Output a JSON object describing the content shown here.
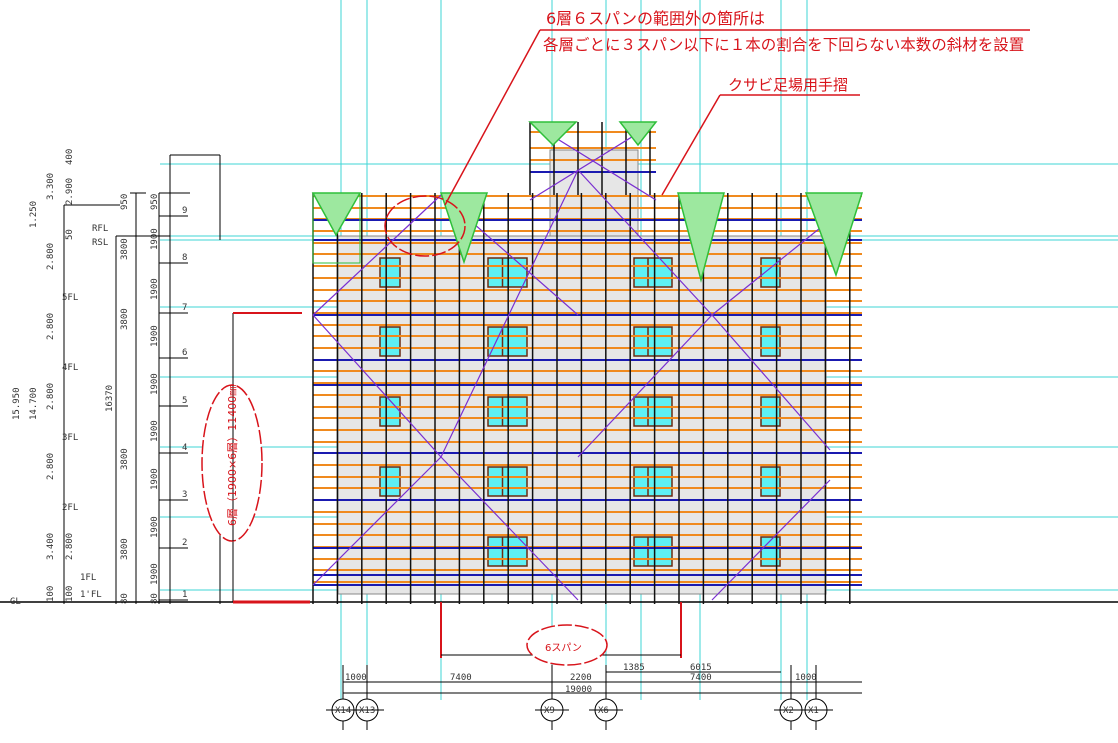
{
  "annotations": {
    "note_line1": "6層６スパンの範囲外の箇所は",
    "note_line2": "各層ごとに３スパン以下に１本の割合を下回らない本数の斜材を設置",
    "handrail": "クサビ足場用手摺",
    "height_label": "6層（1900×6層）11400㎜",
    "span_label": "6スパン"
  },
  "levels": {
    "gl": "GL",
    "floors": [
      "1'FL",
      "1FL",
      "2FL",
      "3FL",
      "4FL",
      "5FL",
      "RSL",
      "RFL"
    ],
    "lifts": [
      "1",
      "2",
      "3",
      "4",
      "5",
      "6",
      "7",
      "8",
      "9"
    ]
  },
  "left_dims": {
    "total_a": "15.950",
    "total_b": "14.700",
    "top_b": "1.250",
    "col_c": [
      "100",
      "3.400",
      "2.800",
      "2.800",
      "2.800",
      "2.800",
      "3.300"
    ],
    "col_d": [
      "100",
      "2.800",
      "50",
      "2.900",
      "400"
    ],
    "total_e": "16370",
    "col_e": [
      "80",
      "3800",
      "3800",
      "3800",
      "3800",
      "950"
    ],
    "col_f": [
      "80",
      "1900",
      "1900",
      "1900",
      "1900",
      "1900",
      "1900",
      "1900",
      "1900",
      "950"
    ]
  },
  "bottom_dims": {
    "row1": [
      "1385",
      "6015"
    ],
    "row2": [
      "1000",
      "7400",
      "2200",
      "7400",
      "1000"
    ],
    "total": "19000",
    "grid_axes": [
      "X14",
      "X13",
      "X9",
      "X6",
      "X2",
      "X1"
    ]
  },
  "colors": {
    "grid": "#3fd6d6",
    "ledger": "#f08a1e",
    "blue": "#1a1ab0",
    "diag": "#7a2fd0",
    "red": "#d8141b",
    "net": "#2fbf3a",
    "window": "#5ef0f4"
  }
}
